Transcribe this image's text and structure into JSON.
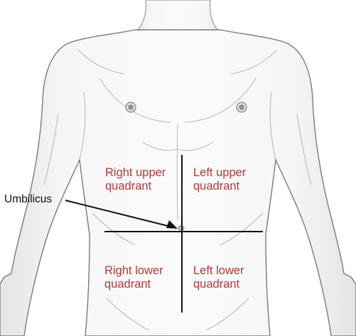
{
  "callout": {
    "text": "Umbilicus"
  },
  "quadrants": {
    "right_upper": "Right upper\nquadrant",
    "left_upper": "Left upper\nquadrant",
    "right_lower": "Right lower\nquadrant",
    "left_lower": "Left lower\nquadrant"
  },
  "colors": {
    "quadrant_label": "#b23a3a",
    "lines": "#111111",
    "sketch": "#7a7a7a"
  }
}
